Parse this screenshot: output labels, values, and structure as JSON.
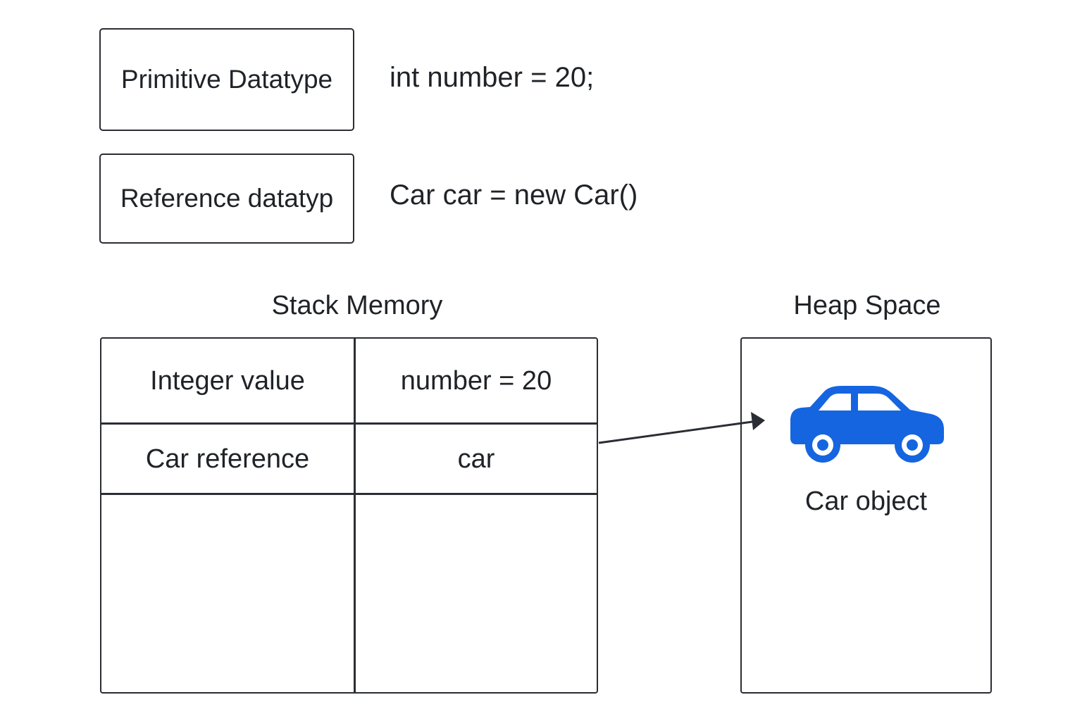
{
  "type_boxes": {
    "primitive_label": "Primitive Datatype",
    "reference_label": "Reference datatyp"
  },
  "code": {
    "primitive_line": "int  number = 20;",
    "reference_line": "Car car =  new Car()"
  },
  "stack": {
    "heading": "Stack Memory",
    "rows": [
      {
        "label": "Integer value",
        "value": "number = 20"
      },
      {
        "label": "Car reference",
        "value": "car"
      }
    ]
  },
  "heap": {
    "heading": "Heap Space",
    "object_label": "Car object",
    "object_icon": "car-icon",
    "icon_color": "#1565e0"
  },
  "colors": {
    "line": "#2a2d33",
    "car_blue": "#1565e0"
  }
}
